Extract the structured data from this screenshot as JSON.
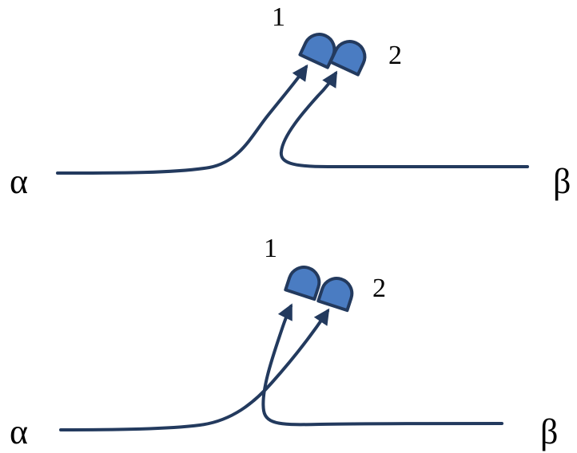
{
  "top_panel": {
    "left_label": "α",
    "right_label": "β",
    "detector_1_label": "1",
    "detector_2_label": "2"
  },
  "bottom_panel": {
    "left_label": "α",
    "right_label": "β",
    "detector_1_label": "1",
    "detector_2_label": "2"
  },
  "colors": {
    "stroke": "#233a5e",
    "detector_fill": "#4a7cc2"
  }
}
